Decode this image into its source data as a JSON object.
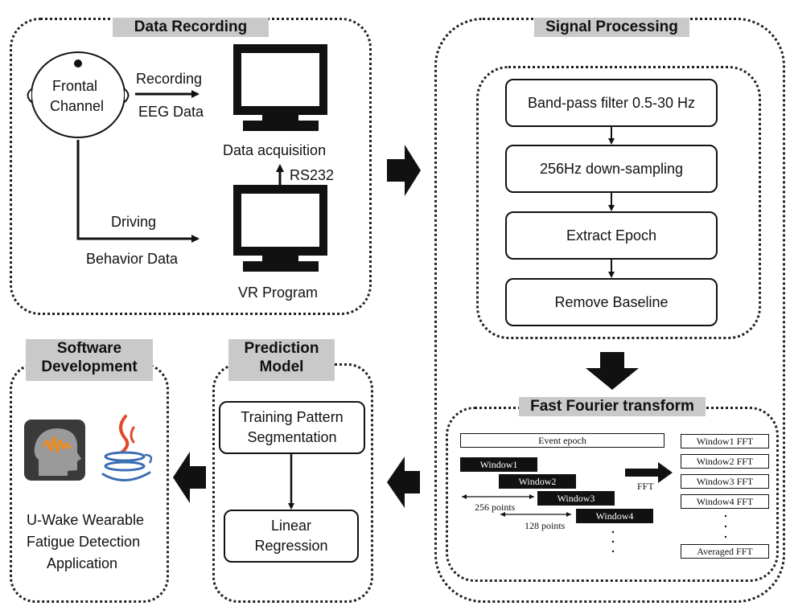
{
  "data_recording": {
    "title": "Data Recording",
    "head_label_line1": "Frontal",
    "head_label_line2": "Channel",
    "recording_line1": "Recording",
    "recording_line2": "EEG Data",
    "data_acquisition": "Data acquisition",
    "rs232": "RS232",
    "driving_line1": "Driving",
    "driving_line2": "Behavior Data",
    "vr_program": "VR Program"
  },
  "signal_processing": {
    "title": "Signal Processing",
    "steps": [
      "Band-pass filter 0.5-30 Hz",
      "256Hz down-sampling",
      "Extract Epoch",
      "Remove Baseline"
    ]
  },
  "fft": {
    "title": "Fast Fourier transform",
    "event_epoch": "Event epoch",
    "windows": [
      "Window1",
      "Window2",
      "Window3",
      "Window4"
    ],
    "fft_label": "FFT",
    "points_256": "256 points",
    "points_128": "128 points",
    "outputs": [
      "Window1 FFT",
      "Window2 FFT",
      "Window3 FFT",
      "Window4 FFT",
      "Averaged FFT"
    ]
  },
  "prediction_model": {
    "title_line1": "Prediction",
    "title_line2": "Model",
    "box1_line1": "Training Pattern",
    "box1_line2": "Segmentation",
    "box2_line1": "Linear",
    "box2_line2": "Regression"
  },
  "software_development": {
    "title_line1": "Software",
    "title_line2": "Development",
    "app_line1": "U-Wake Wearable",
    "app_line2": "Fatigue Detection",
    "app_line3": "Application"
  },
  "icons": [
    "head-icon",
    "monitor-icon",
    "brain-app-icon",
    "java-icon",
    "block-arrow-icon"
  ],
  "colors": {
    "header_bg": "#c9c9c9",
    "app_icon_bg": "#3a3a3a",
    "app_icon_accent": "#f08c1c",
    "java_red": "#e04a2a",
    "java_blue": "#3b6db3"
  }
}
